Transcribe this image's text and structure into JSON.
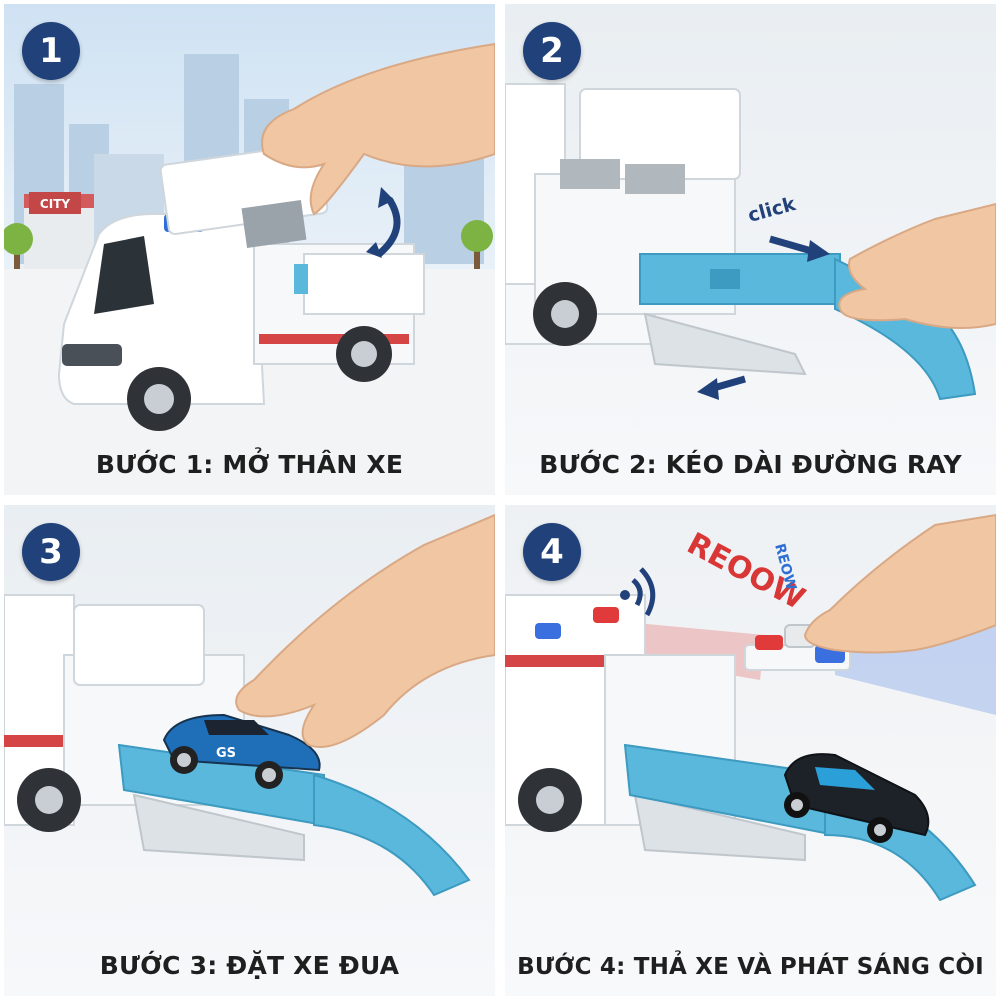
{
  "steps": [
    {
      "number": "1",
      "caption": "BƯỚC 1: MỞ THÂN XE",
      "sign": "CITY"
    },
    {
      "number": "2",
      "caption": "BƯỚC 2: KÉO DÀI ĐƯỜNG RAY",
      "sound": "click"
    },
    {
      "number": "3",
      "caption": "BƯỚC 3: ĐẶT XE ĐUA",
      "car_label": "GS"
    },
    {
      "number": "4",
      "caption": "BƯỚC 4: THẢ XE VÀ PHÁT SÁNG CÒI",
      "sound_1": "REOOW",
      "sound_2": "REOW"
    }
  ],
  "colors": {
    "badge": "#21417a",
    "track": "#5ab8dc",
    "siren_red": "#e03a3a",
    "siren_blue": "#3a6fe0",
    "skin": "#f1c6a3"
  }
}
